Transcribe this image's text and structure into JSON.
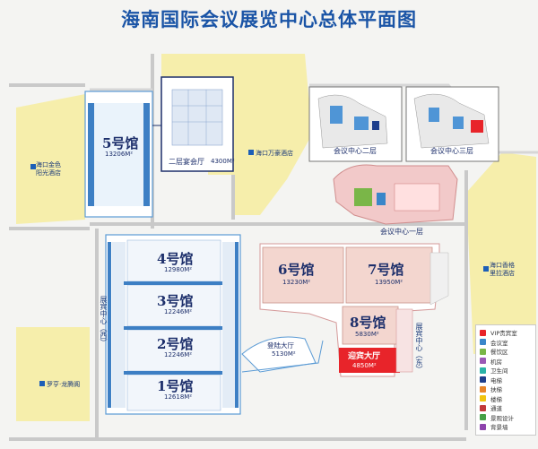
{
  "title": "海南国际会议展览中心总体平面图",
  "halls": {
    "h5": {
      "name": "5号馆",
      "area": "13206M²"
    },
    "h4": {
      "name": "4号馆",
      "area": "12980M²"
    },
    "h3": {
      "name": "3号馆",
      "area": "12246M²"
    },
    "h2": {
      "name": "2号馆",
      "area": "12246M²"
    },
    "h1": {
      "name": "1号馆",
      "area": "12618M²"
    },
    "h6": {
      "name": "6号馆",
      "area": "13230M²"
    },
    "h7": {
      "name": "7号馆",
      "area": "13950M²"
    },
    "h8": {
      "name": "8号馆",
      "area": "5830M²"
    }
  },
  "banquet": {
    "name": "二层宴会厅",
    "area": "4300M²"
  },
  "dengLu": {
    "name": "登陆大厅",
    "area": "5130M²"
  },
  "yingBin": {
    "name": "迎宾大厅",
    "area": "4850M²"
  },
  "hotels": {
    "jinse": "海口金色阳光酒店",
    "wanhao": "海口万豪酒店",
    "xianggelila": "海口香格里拉酒店",
    "luoheng": "罗亨·龙腾阁"
  },
  "conference": {
    "floor1": "会议中心一层",
    "floor2": "会议中心二层",
    "floor3": "会议中心三层"
  },
  "corridors": {
    "west": "展宾中心（西）",
    "east": "展宾中心（东）"
  },
  "legend": [
    {
      "label": "VIP贵宾室",
      "color": "#e8242a"
    },
    {
      "label": "会议室",
      "color": "#3a86c9"
    },
    {
      "label": "餐饮区",
      "color": "#7ab648"
    },
    {
      "label": "机房",
      "color": "#9b59b6"
    },
    {
      "label": "卫生间",
      "color": "#2bb3a8"
    },
    {
      "label": "电梯",
      "color": "#1f3f8c"
    },
    {
      "label": "扶梯",
      "color": "#e8852a"
    },
    {
      "label": "楼梯",
      "color": "#f1c40f"
    },
    {
      "label": "通道",
      "color": "#c23a3a"
    },
    {
      "label": "景观设计",
      "color": "#46a046"
    },
    {
      "label": "背景墙",
      "color": "#8e44ad"
    }
  ]
}
